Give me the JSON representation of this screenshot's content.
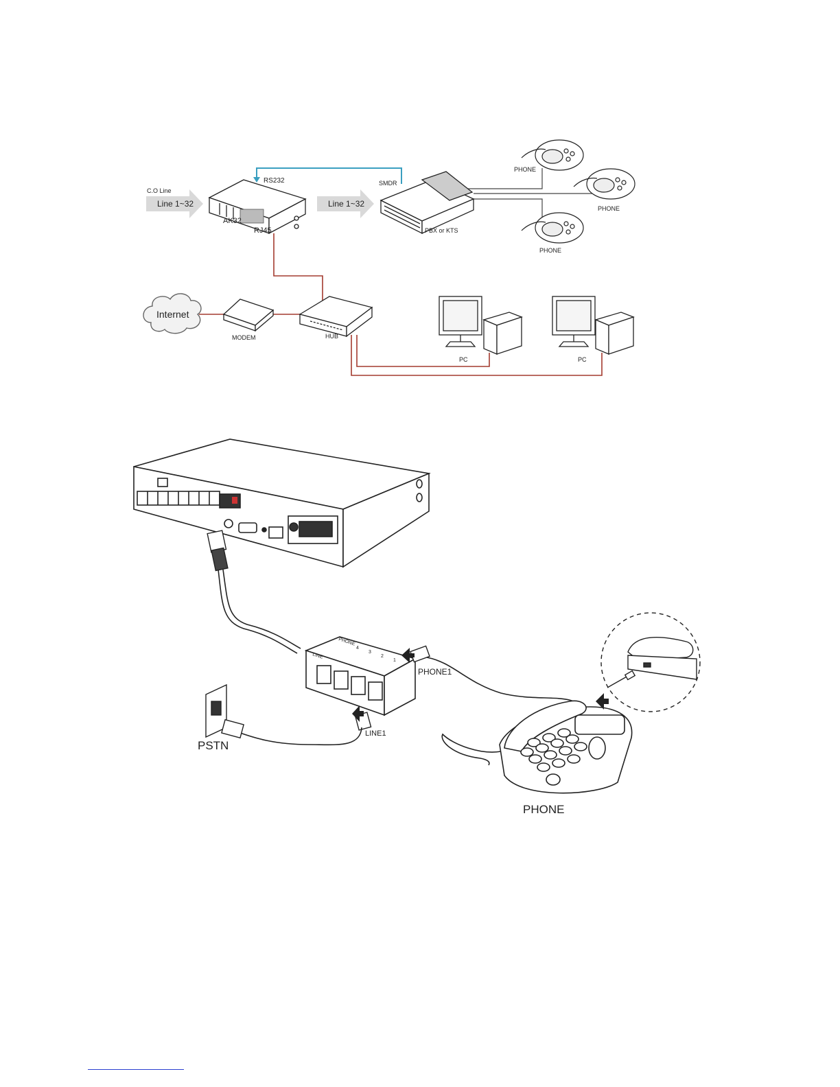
{
  "top_diagram": {
    "co_line": "C.O Line",
    "arrow_left": "Line 1~32",
    "arrow_right": "Line 1~32",
    "rs232": "RS232",
    "smdr": "SMDR",
    "ak32": "AK32",
    "rj45": "RJ45",
    "pbx": "PBX or KTS",
    "phone_1": "PHONE",
    "phone_2": "PHONE",
    "phone_3": "PHONE",
    "internet": "Internet",
    "modem": "MODEM",
    "hub": "HUB",
    "pc_1": "PC",
    "pc_2": "PC"
  },
  "bottom_diagram": {
    "phone1": "PHONE1",
    "line1": "LINE1",
    "pstn": "PSTN",
    "phone": "PHONE",
    "splitter_line": "LINE",
    "splitter_phone": "PHONE",
    "port_4": "4",
    "port_3": "3",
    "port_2": "2",
    "port_1": "1"
  },
  "colors": {
    "rs232_cable": "#3a9fc0",
    "lan_cable": "#a33a2e",
    "line_art": "#222222",
    "arrow_fill": "#d9d9d9"
  }
}
